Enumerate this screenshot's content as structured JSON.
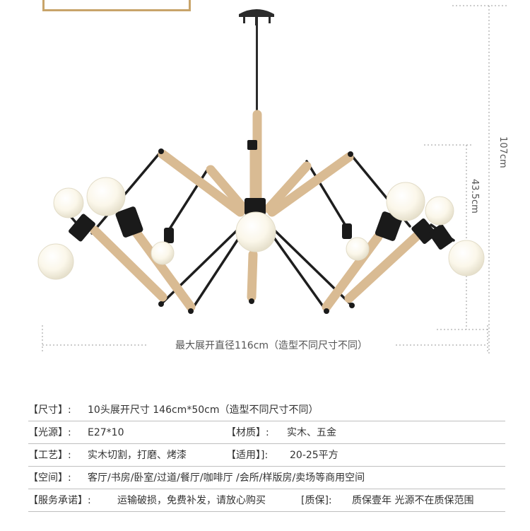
{
  "dimensions": {
    "height_total": "107cm",
    "height_body": "43.5cm",
    "max_diameter": "最大展开直径116cm（造型不同尺寸不同）"
  },
  "specs": {
    "size_label": "【尺寸】:",
    "size_value": "10头展开尺寸 146cm*50cm（造型不同尺寸不同）",
    "light_label": "【光源】:",
    "light_value": "E27*10",
    "material_label": "【材质】:",
    "material_value": "实木、五金",
    "craft_label": "【工艺】:",
    "craft_value": "实木切割，打磨、烤漆",
    "area_label": "【适用】]:",
    "area_value": "20-25平方",
    "space_label": "【空间】:",
    "space_value": "客厅/书房/卧室/过道/餐厅/咖啡厅 /会所/样版房/卖场等商用空间",
    "service_label": "【服务承诺】:",
    "service_value": "运输破损，免费补发，请放心购买",
    "warranty_label": "[质保]:",
    "warranty_value": "质保壹年 光源不在质保范围"
  }
}
